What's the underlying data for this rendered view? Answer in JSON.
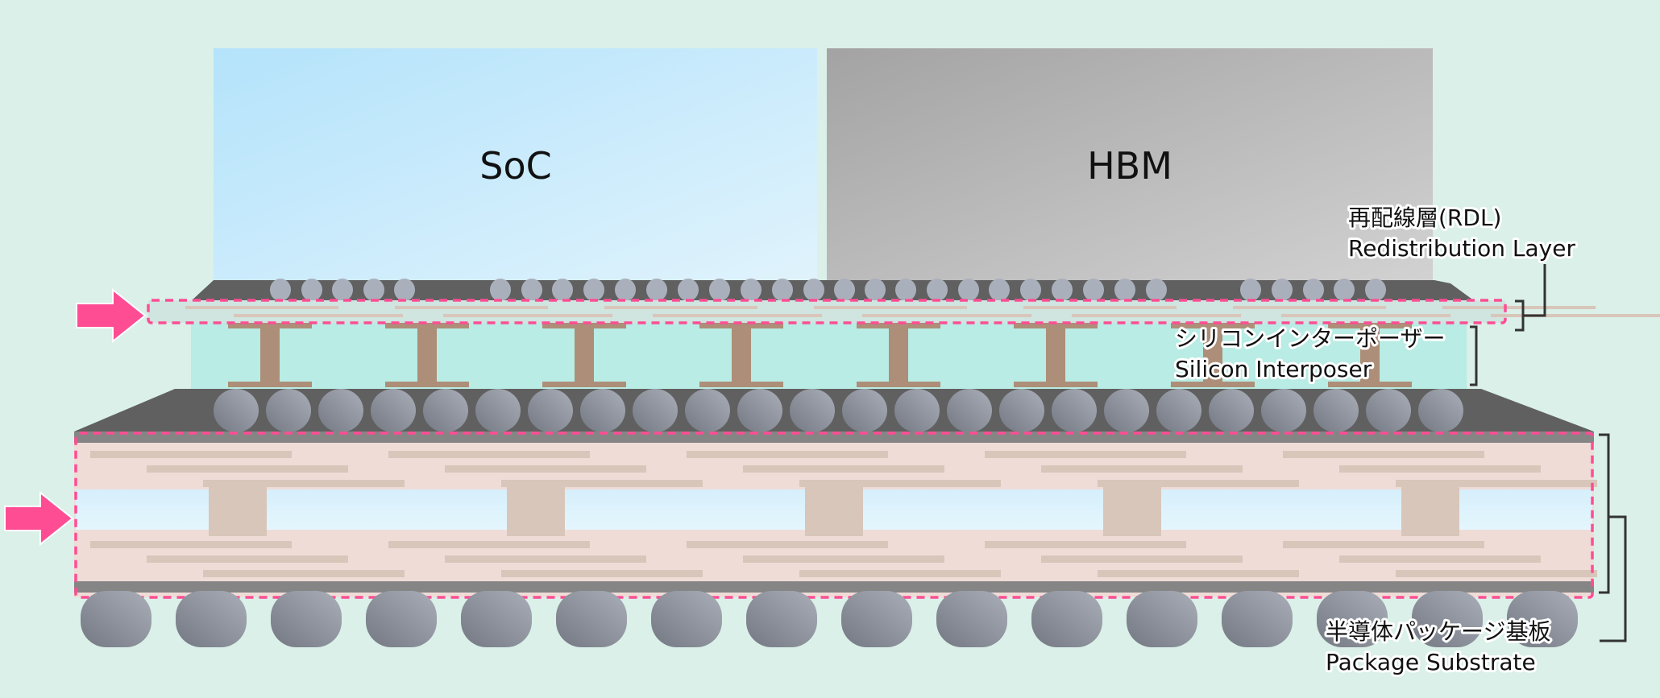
{
  "chips": {
    "soc": "SoC",
    "hbm": "HBM"
  },
  "labels": {
    "rdl_jp": "再配線層(RDL)",
    "rdl_en": "Redistribution Layer",
    "interposer_jp": "シリコンインターポーザー",
    "interposer_en": "Silicon Interposer",
    "substrate_jp": "半導体パッケージ基板",
    "substrate_en": "Package Substrate"
  },
  "colors": {
    "background": "#daf0e8",
    "highlight": "#ff4d94",
    "interposer": "#b8ece4",
    "substrate": "#efdcd7",
    "core": "#dff3fc",
    "copper": "#ad8e78",
    "trace": "#d8c6ba",
    "mold": "#606060"
  }
}
